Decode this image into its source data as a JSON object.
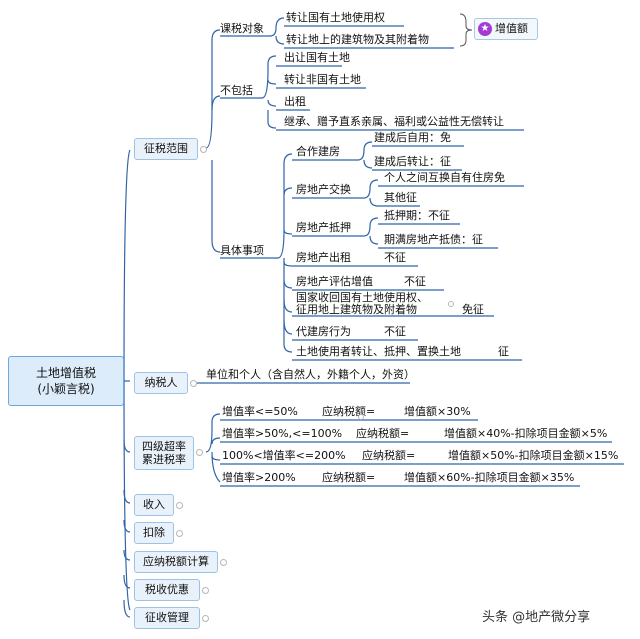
{
  "root": {
    "line1": "土地增值税",
    "line2": "(小颖言税)"
  },
  "branches": {
    "scope": "征税范围",
    "taxpayer": "纳税人",
    "rates": {
      "line1": "四级超率",
      "line2": "累进税率"
    },
    "income": "收入",
    "deduction": "扣除",
    "calc": "应纳税额计算",
    "preferential": "税收优惠",
    "admin": "征收管理"
  },
  "scope": {
    "objects": {
      "label": "课税对象",
      "items": [
        "转让国有土地使用权",
        "转让地上的建筑物及其附着物"
      ],
      "tag": "增值额"
    },
    "excluded": {
      "label": "不包括",
      "items": [
        "出让国有土地",
        "转让非国有土地",
        "出租",
        "继承、赠予直系亲属、福利或公益性无偿转让"
      ]
    },
    "specific": {
      "label": "具体事项",
      "coop": {
        "label": "合作建房",
        "items": [
          "建成后自用：免",
          "建成后转让：征"
        ]
      },
      "exchange": {
        "label": "房地产交换",
        "items": [
          "个人之间互换自有住房免",
          "其他征"
        ]
      },
      "mortgage": {
        "label": "房地产抵押",
        "items": [
          "抵押期：不征",
          "期满房地产抵债：征"
        ]
      },
      "rent": {
        "label": "房地产出租",
        "result": "不征"
      },
      "appraisal": {
        "label": "房地产评估增值",
        "result": "不征"
      },
      "reclaim": {
        "line1": "国家收回国有土地使用权、",
        "line2": "征用地上建筑物及附着物",
        "result": "免征"
      },
      "agency": {
        "label": "代建房行为",
        "result": "不征"
      },
      "transfer": {
        "label": "土地使用者转让、抵押、置换土地",
        "result": "征"
      }
    }
  },
  "taxpayer_detail": "单位和个人（含自然人，外籍个人，外资）",
  "rate_rows": [
    {
      "cond": "增值率<=50%",
      "tax": "应纳税额=",
      "formula": "增值额×30%"
    },
    {
      "cond": "增值率>50%,<=100%",
      "tax": "应纳税额=",
      "formula": "增值额×40%-扣除项目金额×5%"
    },
    {
      "cond": "100%<增值率<=200%",
      "tax": "应纳税额=",
      "formula": "增值额×50%-扣除项目金额×15%"
    },
    {
      "cond": "增值率>200%",
      "tax": "应纳税额=",
      "formula": "增值额×60%-扣除项目金额×35%"
    }
  ],
  "watermark": {
    "prefix": "头条",
    "text": "@地产微分享"
  }
}
